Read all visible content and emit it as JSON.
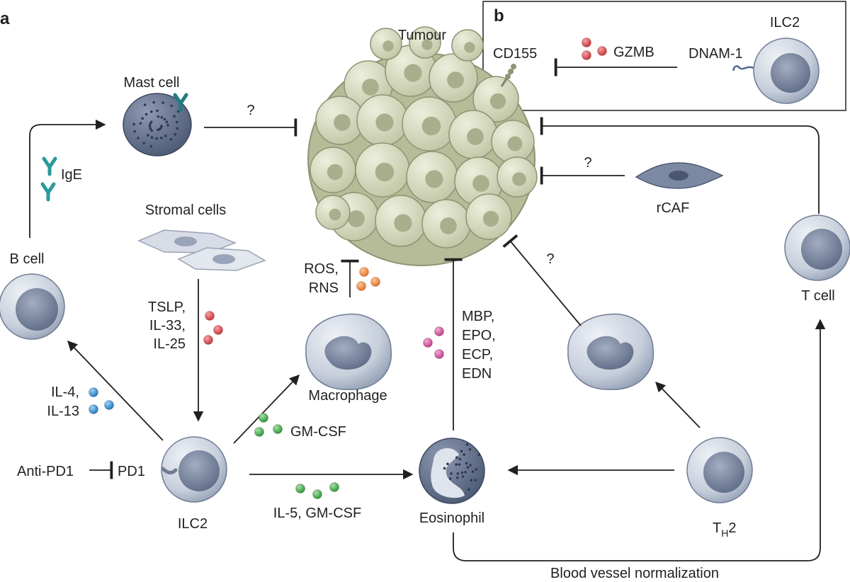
{
  "panels": {
    "a": "a",
    "b": "b"
  },
  "cells": {
    "tumour": "Tumour",
    "mast_cell": "Mast cell",
    "stromal_cells": "Stromal cells",
    "b_cell": "B cell",
    "ilc2_main": "ILC2",
    "ilc2_inset": "ILC2",
    "macrophage": "Macrophage",
    "eosinophil": "Eosinophil",
    "rcaf": "rCAF",
    "t_cell": "T cell",
    "th2_base": "T",
    "th2_sub": "H",
    "th2_suffix": "2"
  },
  "molecules": {
    "ige": "IgE",
    "tslp": "TSLP,",
    "il33": "IL-33,",
    "il25": "IL-25",
    "il4": "IL-4,",
    "il13": "IL-13",
    "gmcsf": "GM-CSF",
    "il5_gmcsf": "IL-5, GM-CSF",
    "ros": "ROS,",
    "rns": "RNS",
    "mbp": "MBP,",
    "epo": "EPO,",
    "ecp": "ECP,",
    "edn": "EDN",
    "cd155": "CD155",
    "gzmb": "GZMB",
    "dnam1": "DNAM-1",
    "pd1": "PD1",
    "anti_pd1": "Anti-PD1"
  },
  "annotations": {
    "q_mast": "?",
    "q_rcaf": "?",
    "q_macro": "?",
    "blood_vessel": "Blood vessel normalization"
  },
  "colors": {
    "cell_light": "#c9d0dd",
    "cell_nucleus": "#7e8aa3",
    "tumour_fill": "#d6dbbf",
    "tumour_nucleus": "#a9ae8c",
    "red_dot": "#d84a4f",
    "blue_dot": "#2f8fd6",
    "green_dot": "#3fae4d",
    "orange_dot": "#ee8a3a",
    "pink_dot": "#cf4fa0",
    "ige_teal": "#2a9a9c"
  }
}
